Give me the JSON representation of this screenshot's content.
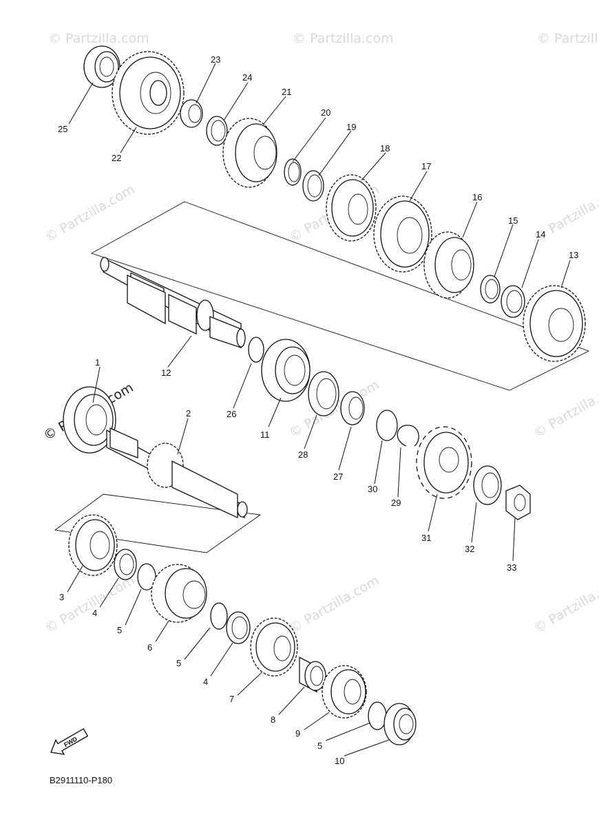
{
  "diagram": {
    "code": "B2911110-P180",
    "fwd_label": "FWD",
    "watermark": "© Partzilla.com",
    "callouts": [
      "1",
      "2",
      "3",
      "4",
      "5",
      "6",
      "5",
      "4",
      "7",
      "8",
      "9",
      "5",
      "10",
      "11",
      "12",
      "13",
      "14",
      "15",
      "16",
      "17",
      "18",
      "19",
      "20",
      "21",
      "22",
      "23",
      "24",
      "25",
      "26",
      "27",
      "28",
      "29",
      "30",
      "31",
      "32",
      "33"
    ]
  }
}
